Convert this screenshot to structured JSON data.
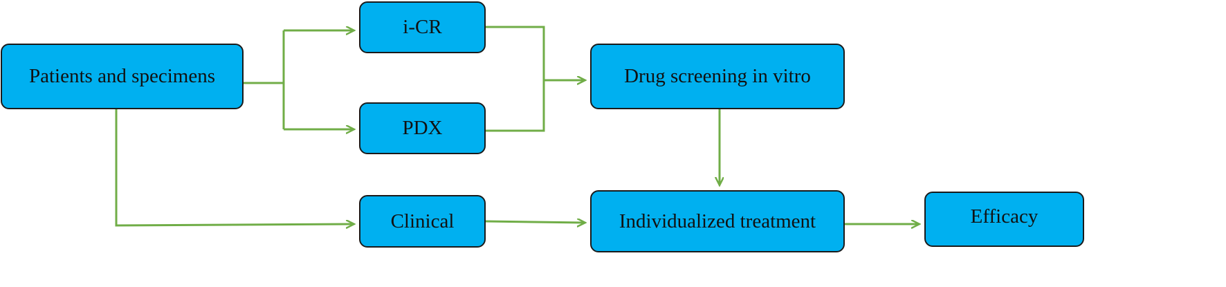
{
  "colors": {
    "box_fill": "#00B0F0",
    "box_border": "#1a1a1a",
    "arrow": "#70AD47",
    "text": "#111111",
    "background": "#ffffff"
  },
  "nodes": {
    "patients": "Patients and specimens",
    "icr": "i-CR",
    "pdx": "PDX",
    "drug_screening": "Drug screening in vitro",
    "clinical": "Clinical",
    "individualized": "Individualized treatment",
    "efficacy": "Efficacy"
  },
  "edges": [
    {
      "from": "Patients and specimens",
      "to": "i-CR"
    },
    {
      "from": "Patients and specimens",
      "to": "PDX"
    },
    {
      "from": "i-CR",
      "to": "Drug screening in vitro"
    },
    {
      "from": "PDX",
      "to": "Drug screening in vitro"
    },
    {
      "from": "Drug screening in vitro",
      "to": "Individualized treatment"
    },
    {
      "from": "Patients and specimens",
      "to": "Clinical"
    },
    {
      "from": "Clinical",
      "to": "Individualized treatment"
    },
    {
      "from": "Individualized treatment",
      "to": "Efficacy"
    }
  ]
}
